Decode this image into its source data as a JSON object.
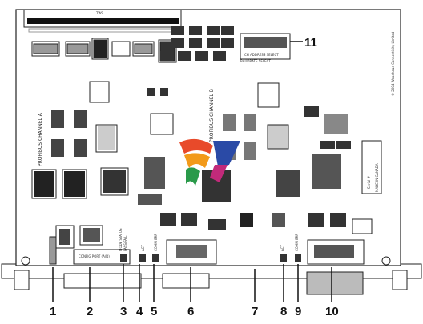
{
  "callouts": [
    "1",
    "2",
    "3",
    "4",
    "5",
    "6",
    "7",
    "8",
    "9",
    "10",
    "11"
  ],
  "board_labels": {
    "channel_a": "PROFIBUS CHANNEL A",
    "channel_b": "PROFIBUS CHANNEL B",
    "serial": "Serial #",
    "made_in": "MADE IN CANADA",
    "copyright": "© 2004 Woodhead Connectivity Limited",
    "config_port": "CONFIG PORT (A/D)",
    "mode_status": "MODE STATUS",
    "pass_fail": "PASS/FAIL",
    "act": "ACT",
    "comm_err": "COMM ERR",
    "address_select": "CH ADDRESS SELECT",
    "baudrate_select": "BAUDRATE SELECT"
  }
}
